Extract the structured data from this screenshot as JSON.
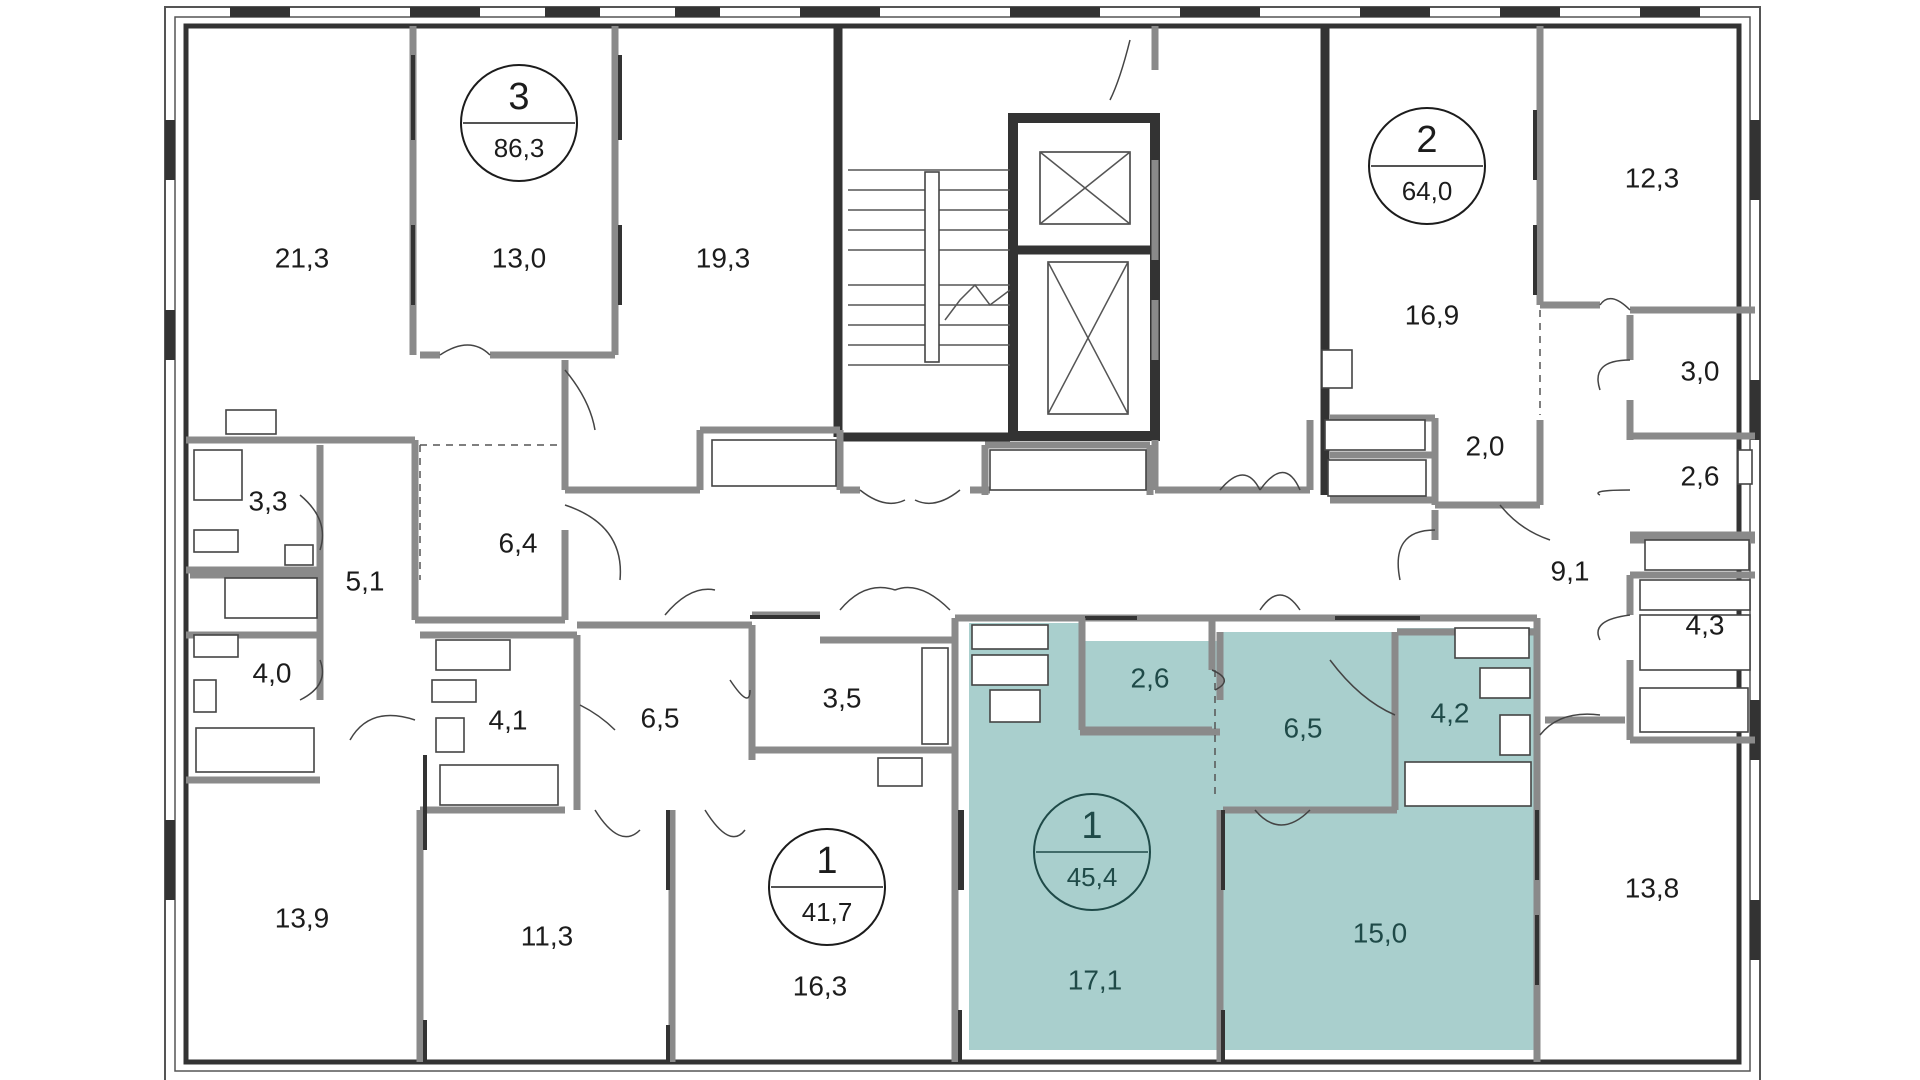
{
  "colors": {
    "highlight_fill": "#a9cfcd",
    "wall_dark": "#333333",
    "wall_grey": "#8a8a8a",
    "text": "#1c1c1c"
  },
  "apartments": [
    {
      "rooms": "3",
      "area": "86,3",
      "highlighted": false
    },
    {
      "rooms": "2",
      "area": "64,0",
      "highlighted": false
    },
    {
      "rooms": "1",
      "area": "41,7",
      "highlighted": false
    },
    {
      "rooms": "1",
      "area": "45,4",
      "highlighted": true
    }
  ],
  "room_areas": [
    "21,3",
    "13,0",
    "19,3",
    "3,3",
    "5,1",
    "6,4",
    "4,0",
    "4,1",
    "6,5",
    "3,5",
    "13,9",
    "11,3",
    "16,3",
    "16,9",
    "12,3",
    "3,0",
    "2,0",
    "2,6",
    "9,1",
    "4,3",
    "13,8",
    "2,6",
    "6,5",
    "4,2",
    "17,1",
    "15,0"
  ]
}
